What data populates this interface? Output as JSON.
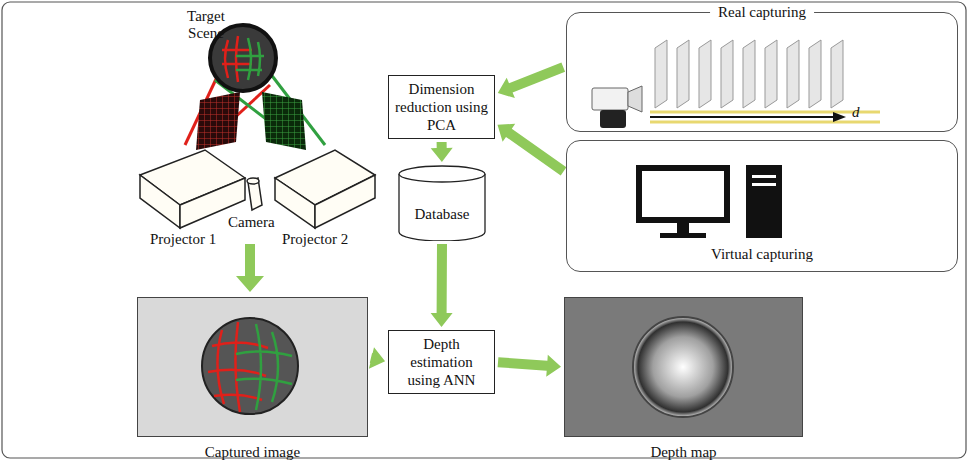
{
  "diagram": {
    "nodes": [
      {
        "text": [
          "Real capturing"
        ]
      },
      {
        "text": [
          "Dimension reduction using PCA"
        ]
      },
      {
        "text": [
          "Virtual capturing"
        ]
      },
      {
        "text": [
          "Database"
        ]
      },
      {
        "text": [
          "Captured image"
        ]
      },
      {
        "text": [
          "Depth estimation using ANN"
        ]
      },
      {
        "text": [
          "Depth map"
        ]
      }
    ],
    "edges": [
      {
        "from": 0,
        "to": 1,
        "arrow": "to"
      },
      {
        "from": 2,
        "to": 1,
        "arrow": "to"
      },
      {
        "from": 1,
        "to": 3,
        "arrow": "to"
      },
      {
        "from": 3,
        "to": 5,
        "arrow": "to"
      },
      {
        "from": 4,
        "to": 5,
        "arrow": "to"
      },
      {
        "from": 5,
        "to": 6,
        "arrow": "to"
      }
    ],
    "labels": [
      "Target Scene",
      "Projector 1",
      "Camera",
      "Projector 2",
      "d"
    ]
  }
}
